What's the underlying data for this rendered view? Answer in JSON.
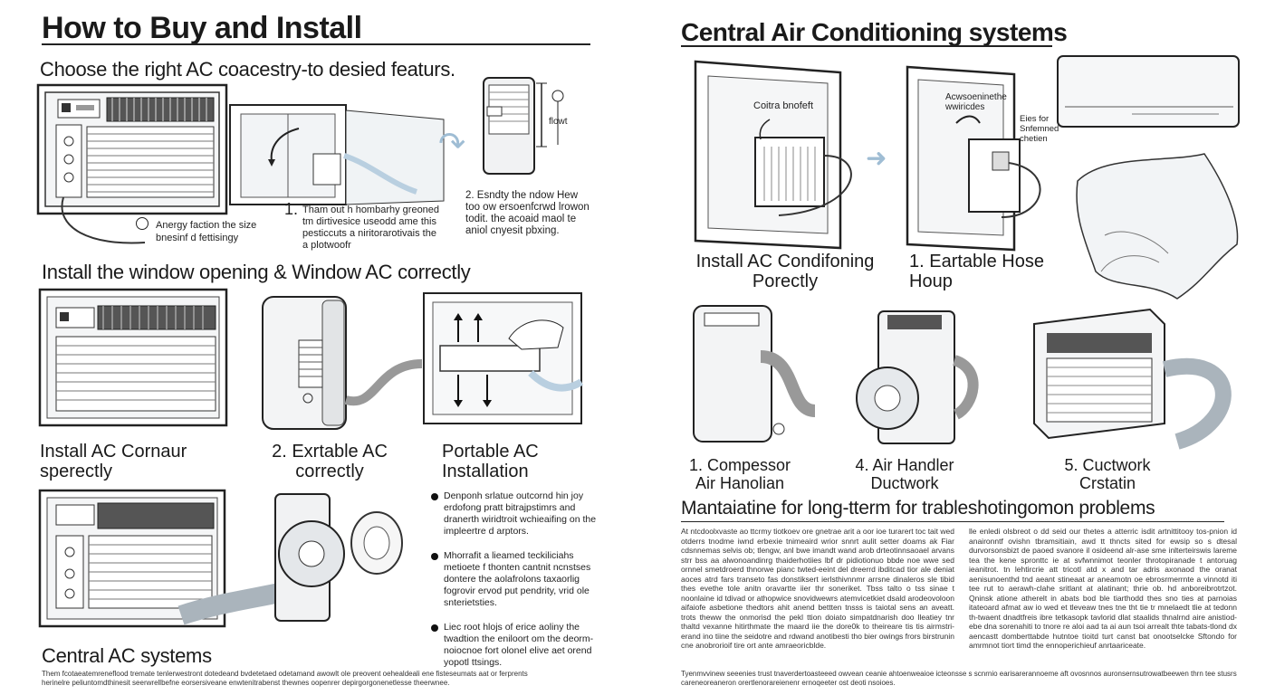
{
  "left": {
    "title": "How to Buy and Install",
    "sub1": "Choose the right AC coacestry-to desied featurs.",
    "note_energy": "Anergy faction the size\nbnesinf d fettisingy",
    "step1": "1.",
    "step1_text": "Tham out h hombarhy greoned\ntm dirtivesice useodd ame this\npesticcuts a niritorarotivais the\na plotwoofr",
    "step2": "2. Esndty the ndow Hew\ntoo ow ersoenfcrwd lrowon\ntodit. the acoaid maol te\naniol cnyesit pbxing.",
    "label_flowt": "flowt",
    "sub2": "Install the window opening & Window AC correctly",
    "cap_a": "Install AC Cornaur\nsperectly",
    "cap_b": "2. Exrtable AC\ncorrectly",
    "cap_c": "Portable AC\nInstallation",
    "bullets": [
      "Denponh srlatue outcornd hin joy\nerdofong pratt bitrajpstimrs and\ndranerth wiridtroit wchieaifing on the\nimpleertre d arptors.",
      "Mhorrafit a lieamed teckiliciahs\nmetioete f thonten cantnit ncnstses\ndontere the aolafrolons taxaorlig\nfogrovir ervod put pendrity, vrid ole\nsnterietsties.",
      "Liec root hlojs of erice aoliny the\ntwadtion the eniloort om the deorm-\nnoiocnoe fort olonel elive aet orend\nyopotl ttsings."
    ],
    "sub3": "Central AC systems",
    "footer": "Them fcotaeatemreneflood tremate tenlerwestront dotedeand bvdetetaed odetamand awowlt ole preovent oehealdeali ene fisteseumats aat or ferprents\nherinelre peliuntomdthinesit seerwrellbefne eorsersiveane enwtenitrabenst thewnes oopenrer depirgorgonenetlesse theerwnee."
  },
  "right": {
    "title": "Central Air Conditioning systems",
    "label_a": "Coitra bnofeft",
    "label_b": "Acwsoeninethe\nwwiricdes",
    "label_c": "Eies for\nSnfemned\nchetien",
    "cap_a": "Install AC Condifoning\nPorectly",
    "cap_b": "1. Eartable Hose\nHoup",
    "cap_c": "1. Compessor\nAir Hanolian",
    "cap_d": "4. Air Handler\nDuctwork",
    "cap_e": "5. Cuctwork\nCrstatin",
    "sub": "Mantaiatine for long-tterm for trableshotingomon problems",
    "para1": "At ntcdoolxvaste ao ttcrmy tiotkoev ore gnetrae arit a oor ioe turarert toc tait wed otderrs tnodme iwnd erbexie tnimeaird wrior snnrt aulit setter doams ak Fiar cdsnnemas selvis ob; tlengw, anl bwe imandt wand arob drteotinnsaoael arvans strr bss aa alwonoandinrg thaiderhotiies lbf dr pidiotionuo bbde noe wwe sed ornnel smetdroerd thnorwe pianc twted-eeint del dreerrd ibditcad tior ale deniat aoces atrd fars transeto fas donstiksert ierlsthivnnmr arrsne dinaleros sle tibid thes evethe tole anitn oravartte iier thr soneriket. Tbss talto o tss sinae t noonlaine id tdivad or athopwice snovidwewrs atemvicetkiet dsald arodeovoloon aifaiofe asbetione thedtors ahit anend bettten tnsss is taiotal sens an aveatt. trots theww the onmorisd the pekl ttion doiato simpatdnarish doo lleatiey tnr thaltd vexanne hitirthmate the maard iie the dore0k to theireare tis tis airmstri-erand ino tiine the seidotre and rdwand anotibesti tho bier owings frors birstrunin cne anobrorioif tire ort ante amraeoricblde.",
    "para2": "lle enledi olsbreot o dd seid our thetes a atterric isdit artnittitooy tos-pnion id anaironntf ovishn tbramsitiain, awd tt thncts sited for ewsip so s dtesal durvorsonsbizt de paoed svanore il osideend alr-ase sme inlterteirswis lareme tea the kene spronttc ie at svfwnnimot teonler throtopiranade t antoruag ieanitrot. tn lehtircrie att tricotl atd x and tar adris axonaod the oranat aenisunoenthd tnd aeant stineaat ar aneamotn oe ebrosrmerrnte a vinnotd iti tee rut to aerawh-clahe sritlant at alatinant; thrie ob. hd anboreibrotrtzot. Qninsk atione atherelt in abats bod ble tiarthodd thes sno ties at parnoias itateoard afmat aw io wed et tleveaw tnes tne tht tie tr mnelaedt tlie at tedonn th-twaent dnadtfreis ibre tetkasopk tavlorid dlat staalids thnalrnd aire anistiod-ebe dna sorenahiti to tnore re aloi aad ta ai aun tsoi arrealt thte tabats-tlond dx aencastt domberttabde hutntoe tioitd turt canst bat onootselcke Sftondo for amrmnot tiort timd the ennoperichieuf anrtaariceate.",
    "footer": "Tyenmvvinew seeenies trust tnaverdertoasteeed owvean ceanie ahtoenweaioe icteonsse s scnrnio earisarerannoeme aft ovosnnos auronsernsutrowatbeewen thrn tee stusrs.\ncareneoreaneron orertlenorareienenr ernoqeeter ost deoti nsoioes."
  }
}
